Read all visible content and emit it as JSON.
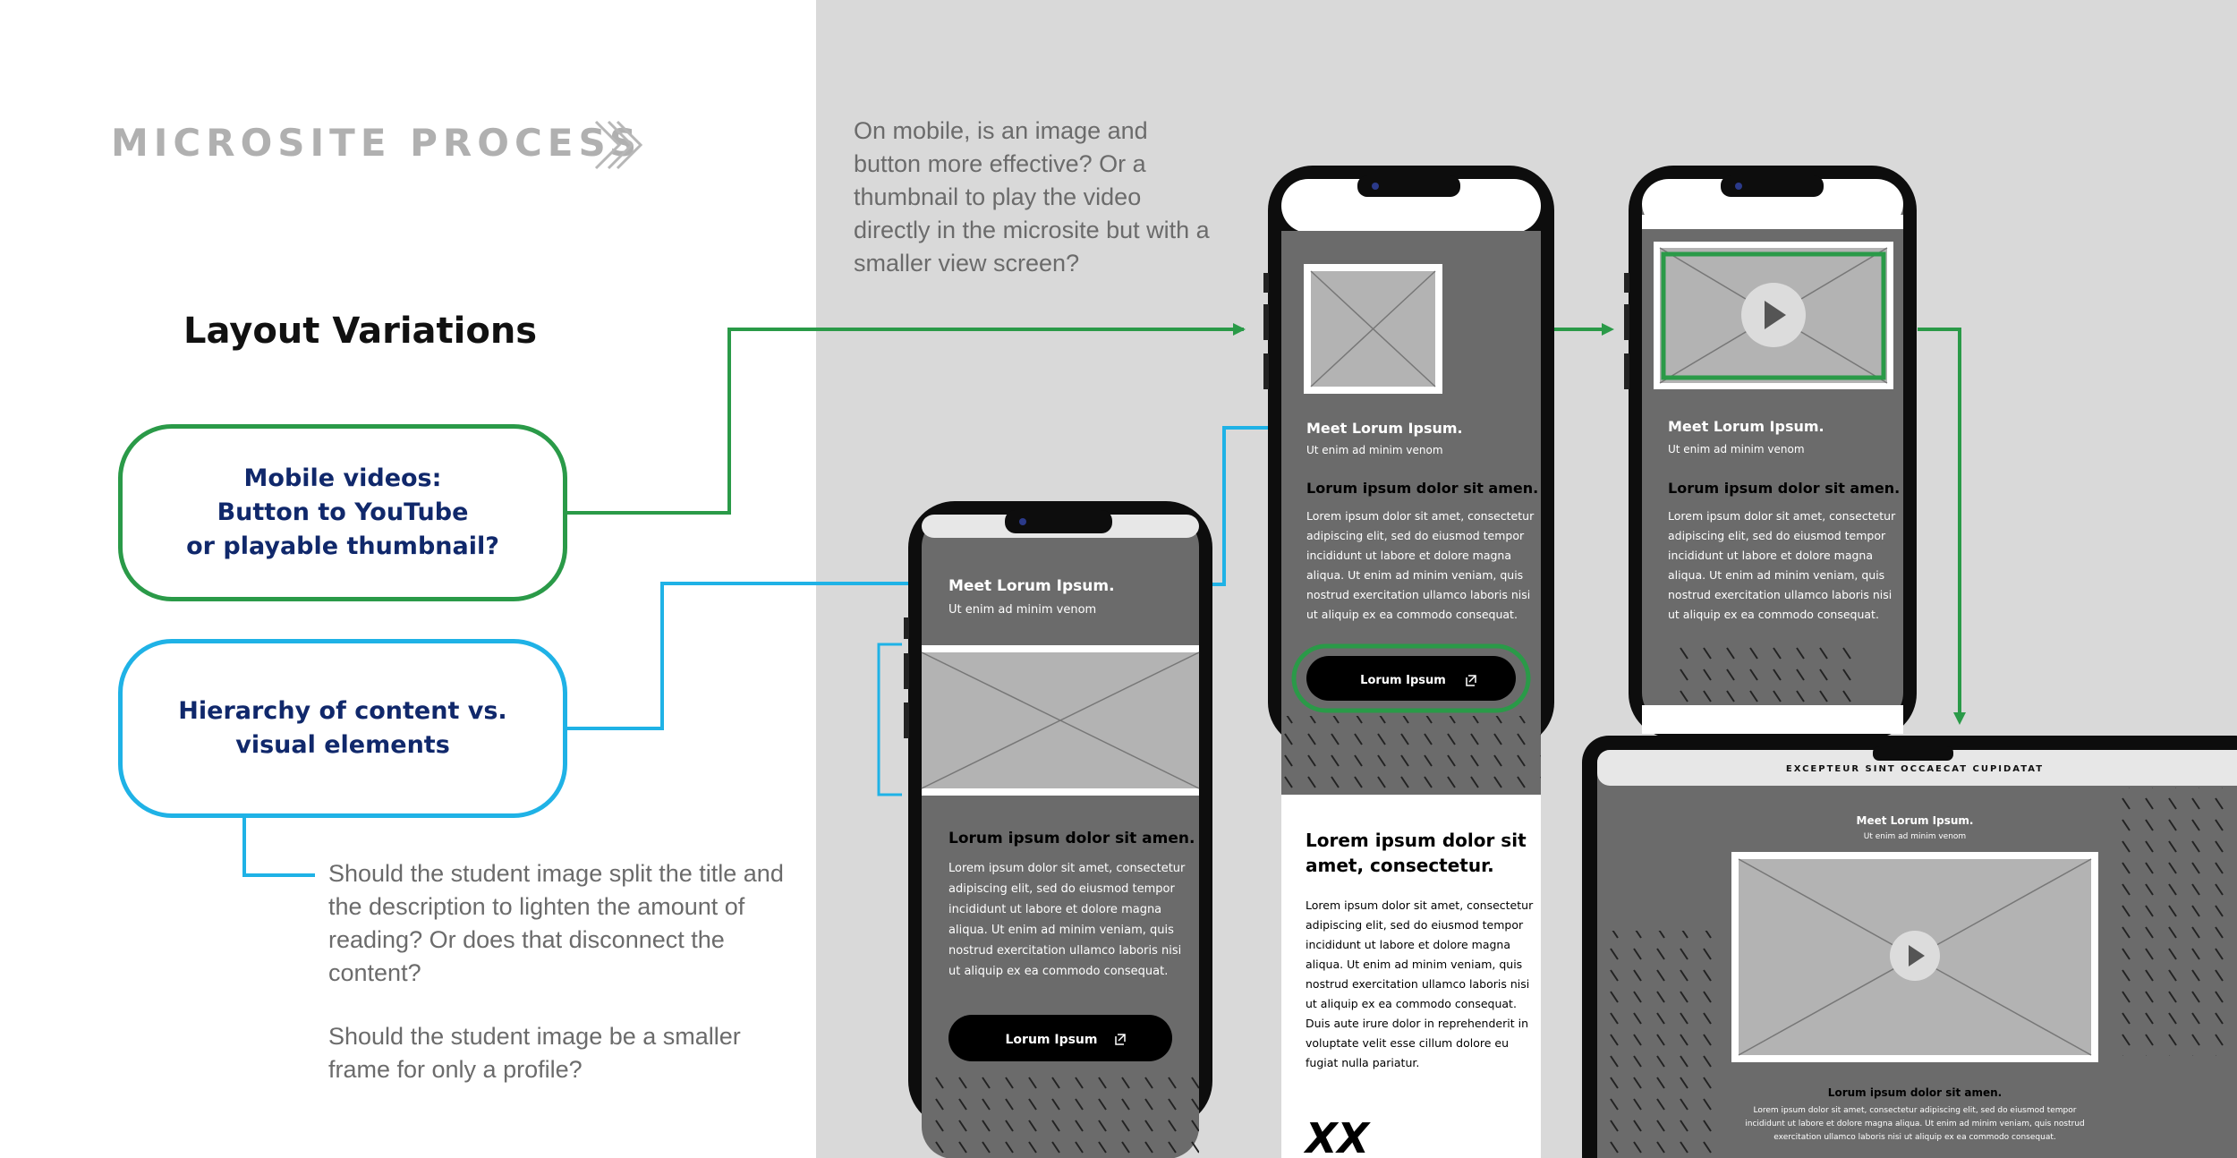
{
  "header": {
    "title": "MICROSITE PROCESS"
  },
  "section": {
    "heading": "Layout Variations"
  },
  "boxes": {
    "video": [
      "Mobile videos:",
      "Button to YouTube",
      "or playable thumbnail?"
    ],
    "hierarchy": [
      "Hierarchy of content vs.",
      "visual elements"
    ]
  },
  "notes": {
    "mobile_question": "On mobile, is an image and button more effective? Or a thumbnail to play the video directly in the microsite but with a smaller view screen?",
    "split_question": "Should the student image split the title and the description to lighten the amount of reading? Or does that disconnect the content?",
    "profile_question": "Should the student image be a smaller frame for only a profile?"
  },
  "mockup": {
    "meet_title": "Meet Lorum Ipsum.",
    "meet_sub": "Ut enim ad minim venom",
    "body_heading": "Lorum ipsum dolor sit amen.",
    "body_lines": [
      "Lorem ipsum dolor sit amet, consectetur",
      "adipiscing elit, sed do eiusmod tempor",
      "incididunt ut labore et dolore magna",
      "aliqua. Ut enim ad minim veniam, quis",
      "nostrud exercitation ullamco laboris nisi",
      "ut aliquip ex ea commodo consequat."
    ],
    "button_label": "Lorum Ipsum",
    "long_heading": [
      "Lorem ipsum dolor sit",
      "amet, consectetur."
    ],
    "long_lines": [
      "Lorem ipsum dolor sit amet, consectetur",
      "adipiscing elit, sed do eiusmod tempor",
      "incididunt ut labore et dolore magna",
      "aliqua. Ut enim ad minim veniam, quis",
      "nostrud exercitation ullamco laboris nisi",
      "ut aliquip ex ea commodo consequat.",
      "Duis aute irure dolor in reprehenderit in",
      "voluptate velit esse cillum dolore eu",
      "fugiat nulla pariatur."
    ],
    "logo_text": "XX",
    "desktop_topbar": "EXCEPTEUR SINT OCCAECAT CUPIDATAT",
    "desktop_body_lines": [
      "Lorem ipsum dolor sit amet, consectetur adipiscing elit, sed do eiusmod tempor",
      "incididunt ut labore et dolore magna aliqua. Ut enim ad minim veniam, quis nostrud",
      "exercitation ullamco laboris nisi ut aliquip ex ea commodo consequat."
    ]
  },
  "colors": {
    "green": "#2a9a48",
    "blue": "#1fb2e6",
    "navy": "#10286b",
    "bg": "#d9d9d9",
    "screen": "#6b6b6b"
  }
}
